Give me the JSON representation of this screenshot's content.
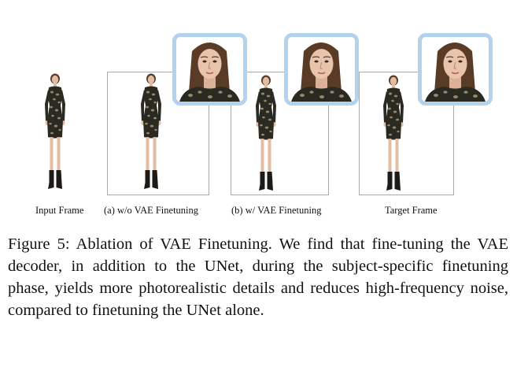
{
  "labels": {
    "input": "Input Frame",
    "a": "(a) w/o VAE Finetuning",
    "b": "(b) w/ VAE Finetuning",
    "target": "Target Frame"
  },
  "caption": "Figure 5: Ablation of VAE Finetuning. We find that fine-tuning the VAE decoder, in addition to the UNet, during the subject-specific finetuning phase, yields more photorealistic details and reduces high-frequency noise, compared to finetuning the UNet alone.",
  "colors": {
    "zoom_border": "#b3d2ee",
    "panel_border": "#a9a9a9",
    "dress": "#2b2a22",
    "dress_pattern": "#a59b78",
    "skin": "#e3bda2",
    "hair": "#5a3c26"
  }
}
